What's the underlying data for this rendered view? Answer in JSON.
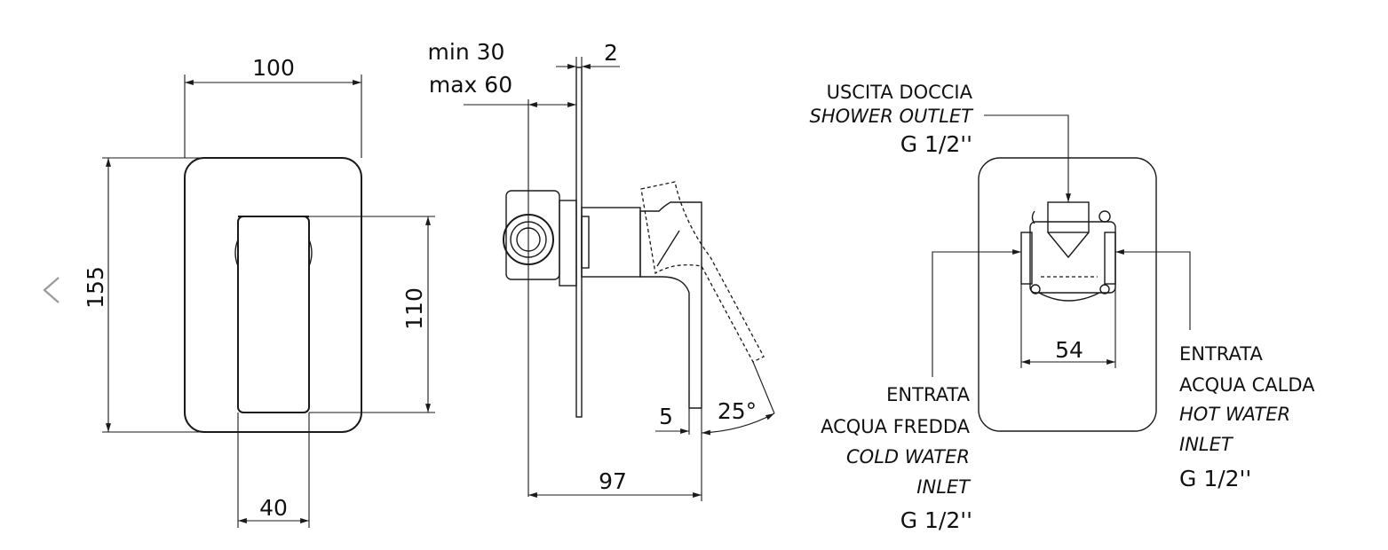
{
  "nav": {
    "prev_icon": "chevron-left-icon"
  },
  "front_view": {
    "width": "100",
    "height": "155",
    "handle_height": "110",
    "handle_width": "40"
  },
  "side_view": {
    "wall_thickness_line1": "min 30",
    "wall_thickness_line2": "max 60",
    "plate_thickness": "2",
    "depth": "97",
    "handle_offset": "5",
    "handle_angle": "25°"
  },
  "back_view": {
    "outlet_it": "USCITA DOCCIA",
    "outlet_en": "SHOWER OUTLET",
    "outlet_size": "G 1/2''",
    "cold_it_1": "ENTRATA",
    "cold_it_2": "ACQUA FREDDA",
    "cold_en_1": "COLD WATER",
    "cold_en_2": "INLET",
    "cold_size": "G 1/2''",
    "hot_it_1": "ENTRATA",
    "hot_it_2": "ACQUA CALDA",
    "hot_en_1": "HOT WATER",
    "hot_en_2": "INLET",
    "hot_size": "G 1/2''",
    "body_width": "54"
  }
}
